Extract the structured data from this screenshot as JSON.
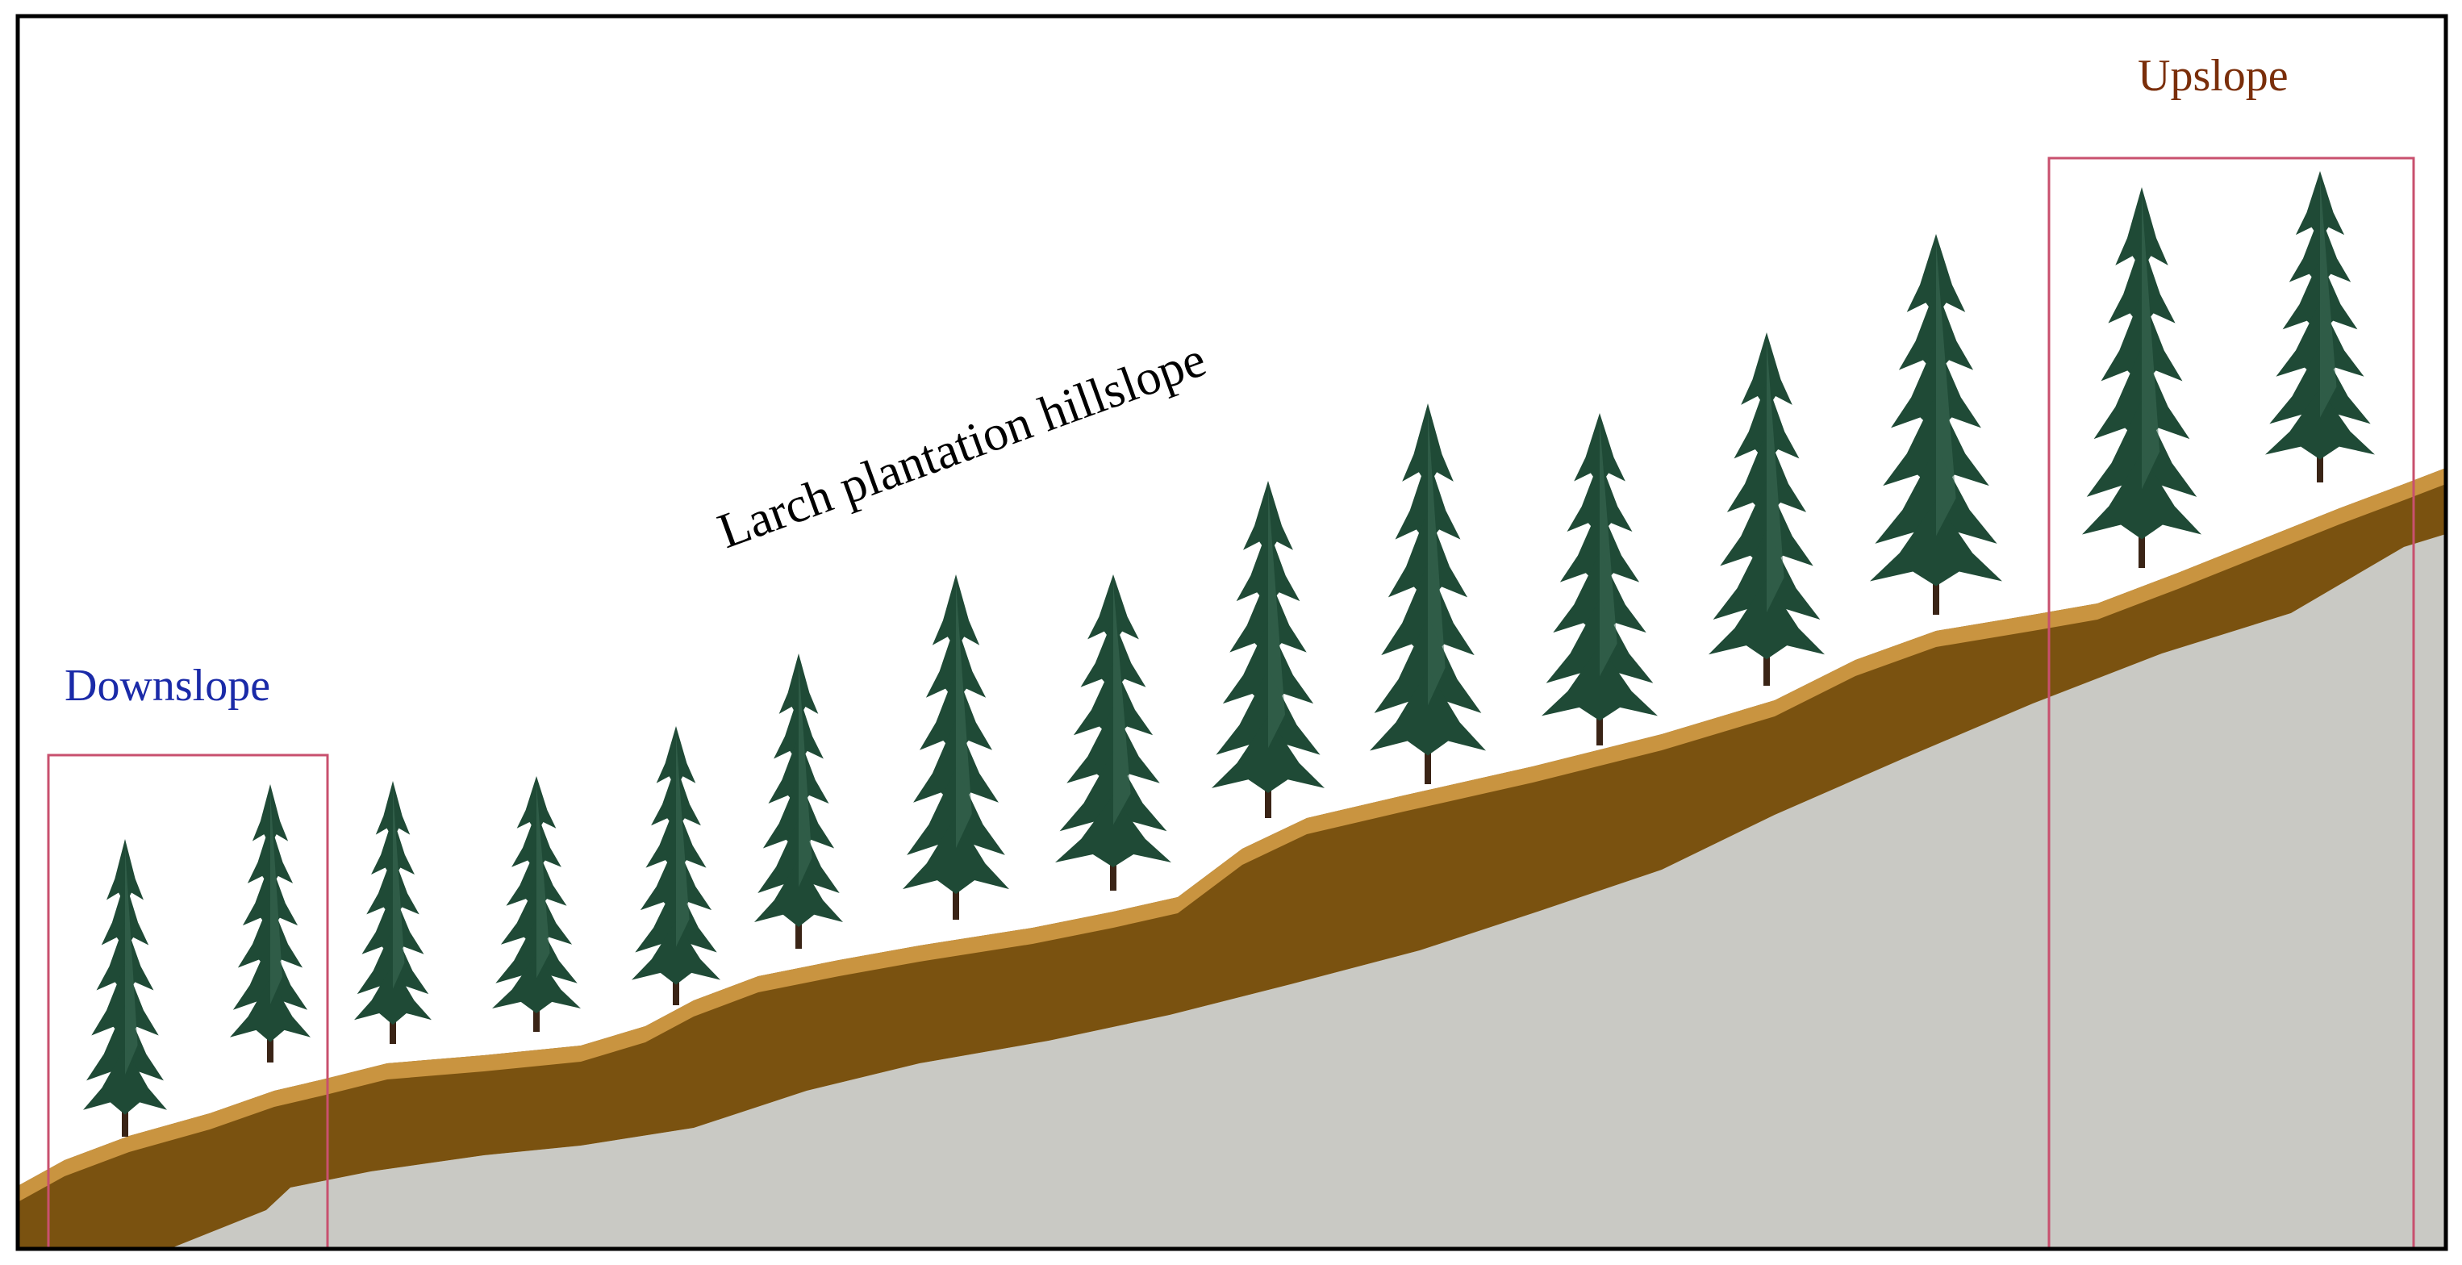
{
  "labels": {
    "hillslope": "Larch plantation hillslope",
    "downslope": "Downslope",
    "upslope": "Upslope"
  },
  "colors": {
    "frame": "#000000",
    "highlight_box": "#c8506e",
    "downslope_text": "#1a2aa8",
    "upslope_text": "#7a2e0a",
    "soil_dark": "#7a5210",
    "soil_light": "#c99440",
    "bedrock": "#c9c9c4",
    "tree_foliage": "#1f4a36",
    "tree_trunk": "#3a2416"
  },
  "trees_total": 15,
  "highlighted_groups": [
    {
      "name": "Downslope",
      "trees": 2
    },
    {
      "name": "Upslope",
      "trees": 2
    }
  ]
}
